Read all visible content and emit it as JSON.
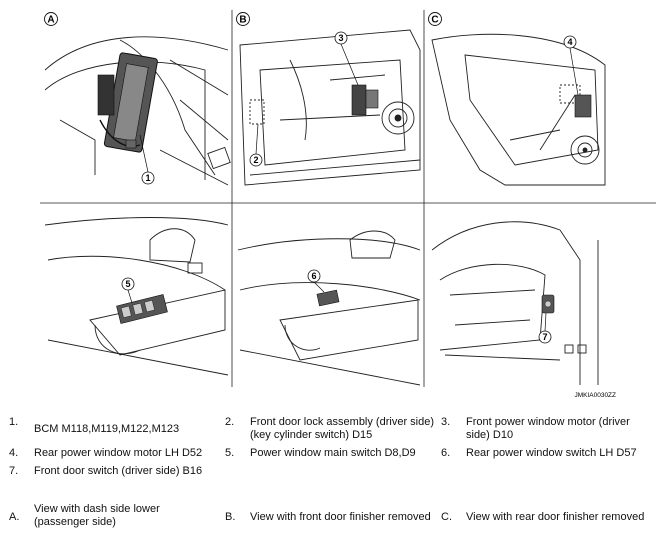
{
  "panels": [
    {
      "letter": "A",
      "callout": "1"
    },
    {
      "letter": "B",
      "callouts": [
        "2",
        "3"
      ]
    },
    {
      "letter": "C",
      "callout": "4"
    },
    {
      "callout": "5"
    },
    {
      "callout": "6"
    },
    {
      "callout": "7"
    }
  ],
  "figure_code": "JMKIA0030ZZ",
  "legend": {
    "items": [
      {
        "num": "1.",
        "text": "BCM M118,M119,M122,M123"
      },
      {
        "num": "2.",
        "text": "Front door lock assembly (driver side) (key cylinder switch) D15"
      },
      {
        "num": "3.",
        "text": "Front power window motor (driver side) D10"
      },
      {
        "num": "4.",
        "text": "Rear power window motor LH D52"
      },
      {
        "num": "5.",
        "text": "Power window main switch D8,D9"
      },
      {
        "num": "6.",
        "text": "Rear power window switch LH D57"
      },
      {
        "num": "7.",
        "text": "Front door switch (driver side) B16"
      },
      {
        "num": "A.",
        "text": "View with dash side lower (passenger side)"
      },
      {
        "num": "B.",
        "text": "View with front door finisher removed"
      },
      {
        "num": "C.",
        "text": "View with rear door finisher removed"
      }
    ]
  }
}
